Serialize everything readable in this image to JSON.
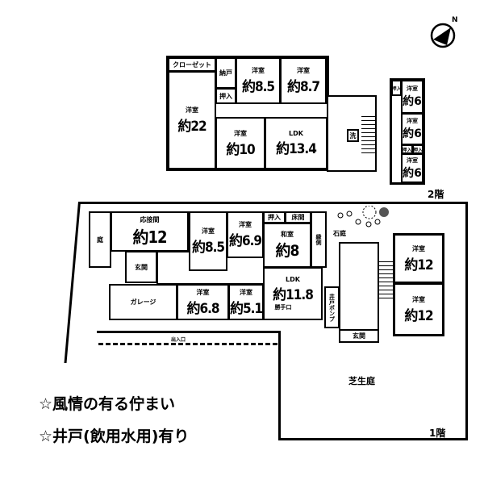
{
  "compass": {
    "label": "N"
  },
  "floor2": {
    "label": "2階",
    "rooms": [
      {
        "name": "クローゼット",
        "size": ""
      },
      {
        "name": "納戸",
        "size": ""
      },
      {
        "name": "押入",
        "size": ""
      },
      {
        "name": "洋室",
        "size": "約8.5"
      },
      {
        "name": "洋室",
        "size": "約8.7"
      },
      {
        "name": "洋室",
        "size": "約22"
      },
      {
        "name": "洋室",
        "size": "約10"
      },
      {
        "name": "LDK",
        "size": "約13.4"
      },
      {
        "name": "洗",
        "size": ""
      },
      {
        "name": "押入",
        "size": ""
      },
      {
        "name": "洋室",
        "size": "約6"
      },
      {
        "name": "洋室",
        "size": "約6"
      },
      {
        "name": "押入",
        "size": ""
      },
      {
        "name": "押入",
        "size": ""
      },
      {
        "name": "洋室",
        "size": "約6"
      }
    ]
  },
  "floor1": {
    "label": "1階",
    "rooms": [
      {
        "name": "庭",
        "size": ""
      },
      {
        "name": "応接間",
        "size": "約12"
      },
      {
        "name": "玄関",
        "size": ""
      },
      {
        "name": "洋室",
        "size": "約8.5"
      },
      {
        "name": "洋室",
        "size": "約6.9"
      },
      {
        "name": "押入",
        "size": ""
      },
      {
        "name": "床間",
        "size": ""
      },
      {
        "name": "和室",
        "size": "約8"
      },
      {
        "name": "縁側",
        "size": ""
      },
      {
        "name": "ガレージ",
        "size": ""
      },
      {
        "name": "洋室",
        "size": "約6.8"
      },
      {
        "name": "洋室",
        "size": "約5.1"
      },
      {
        "name": "LDK",
        "size": "約11.8"
      },
      {
        "name": "勝手口",
        "size": ""
      },
      {
        "name": "井戸ポンプ",
        "size": ""
      },
      {
        "name": "石庭",
        "size": ""
      },
      {
        "name": "玄関",
        "size": ""
      },
      {
        "name": "洋室",
        "size": "約12"
      },
      {
        "name": "洋室",
        "size": "約12"
      },
      {
        "name": "芝生庭",
        "size": ""
      },
      {
        "name": "出入口",
        "size": ""
      }
    ]
  },
  "notes": [
    "☆風情の有る佇まい",
    "☆井戸(飲用水用)有り"
  ]
}
